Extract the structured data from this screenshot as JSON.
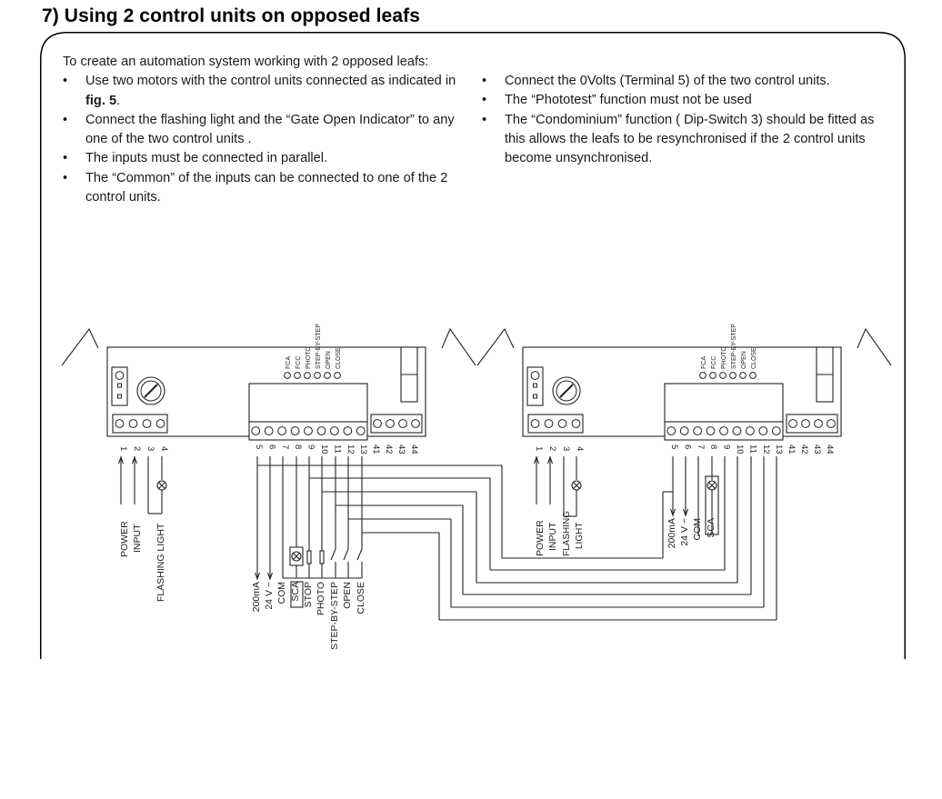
{
  "heading": "7) Using 2 control units on opposed leafs",
  "left_column": {
    "intro": "To create an automation system working with 2 opposed leafs:",
    "bullet1_text": "Use two motors with the control units connected as indicated in ",
    "bullet1_ref": "fig. 5",
    "bullet1_end": ".",
    "bullet2": "Connect the flashing light and the “Gate Open Indicator” to any one of the two control units .",
    "bullet3": "The inputs must be connected in parallel.",
    "bullet4": "The “Common” of the inputs can be connected to one of the 2 control units."
  },
  "right_column": {
    "bullet1": "Connect the 0Volts (Terminal 5) of the two control units.",
    "bullet2": "The “Phototest” function must not be used",
    "bullet3": "The “Condominium” function ( Dip-Switch 3) should be fitted as this allows the leafs to be resynchronised if the 2 control units become unsynchronised."
  },
  "bullet_char": "•",
  "diagram": {
    "leds": [
      "FCA",
      "FCC",
      "PHOTO",
      "STEP-BY-STEP",
      "OPEN",
      "CLOSE"
    ],
    "left_unit": {
      "left_terminals": [
        "1",
        "2",
        "3",
        "4"
      ],
      "main_terminals": [
        "5",
        "6",
        "7",
        "8",
        "9",
        "10",
        "11",
        "12",
        "13"
      ],
      "right_terminals": [
        "41",
        "42",
        "43",
        "44"
      ],
      "power_label": [
        "POWER",
        "INPUT"
      ],
      "flash_label": "FLASHING LIGHT",
      "input_labels": [
        "200mA",
        "24 V ~",
        "COM",
        "SCA",
        "STOP",
        "PHOTO",
        "STEP-BY-STEP",
        "OPEN",
        "CLOSE"
      ]
    },
    "right_unit": {
      "left_terminals": [
        "1",
        "2",
        "3",
        "4"
      ],
      "main_terminals": [
        "5",
        "6",
        "7",
        "8",
        "9",
        "10",
        "11",
        "12",
        "13"
      ],
      "right_terminals": [
        "41",
        "42",
        "43",
        "44"
      ],
      "power_label": [
        "POWER",
        "INPUT"
      ],
      "flash_label": [
        "FLASHING",
        "LIGHT"
      ],
      "labels": [
        "200mA",
        "24 V ~",
        "COM",
        "SCA"
      ]
    }
  }
}
